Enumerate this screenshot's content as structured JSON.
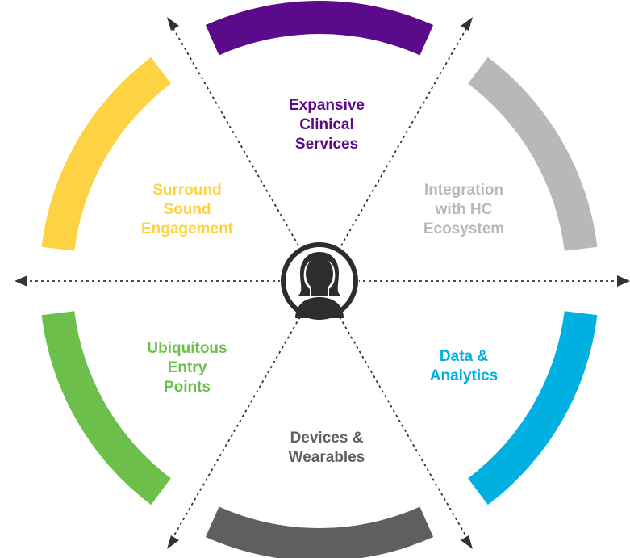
{
  "segments": [
    {
      "id": "clinical",
      "label": "Expansive\nClinical\nServices",
      "color": "#5b0a8a",
      "text_color": "#5b0a8a"
    },
    {
      "id": "integration",
      "label": "Integration\nwith HC\nEcosystem",
      "color": "#b8b8b8",
      "text_color": "#b8b8b8"
    },
    {
      "id": "data",
      "label": "Data &\nAnalytics",
      "color": "#00b0e0",
      "text_color": "#00b0e0"
    },
    {
      "id": "devices",
      "label": "Devices &\nWearables",
      "color": "#5f5f5f",
      "text_color": "#5f5f5f"
    },
    {
      "id": "ubiquitous",
      "label": "Ubiquitous\nEntry\nPoints",
      "color": "#6cbf4a",
      "text_color": "#6cbf4a"
    },
    {
      "id": "surround",
      "label": "Surround\nSound\nEngagement",
      "color": "#fdd343",
      "text_color": "#fdd343"
    }
  ],
  "center": {
    "icon": "person-icon",
    "ring_color": "#2d2d2d"
  },
  "connector_color": "#333333"
}
